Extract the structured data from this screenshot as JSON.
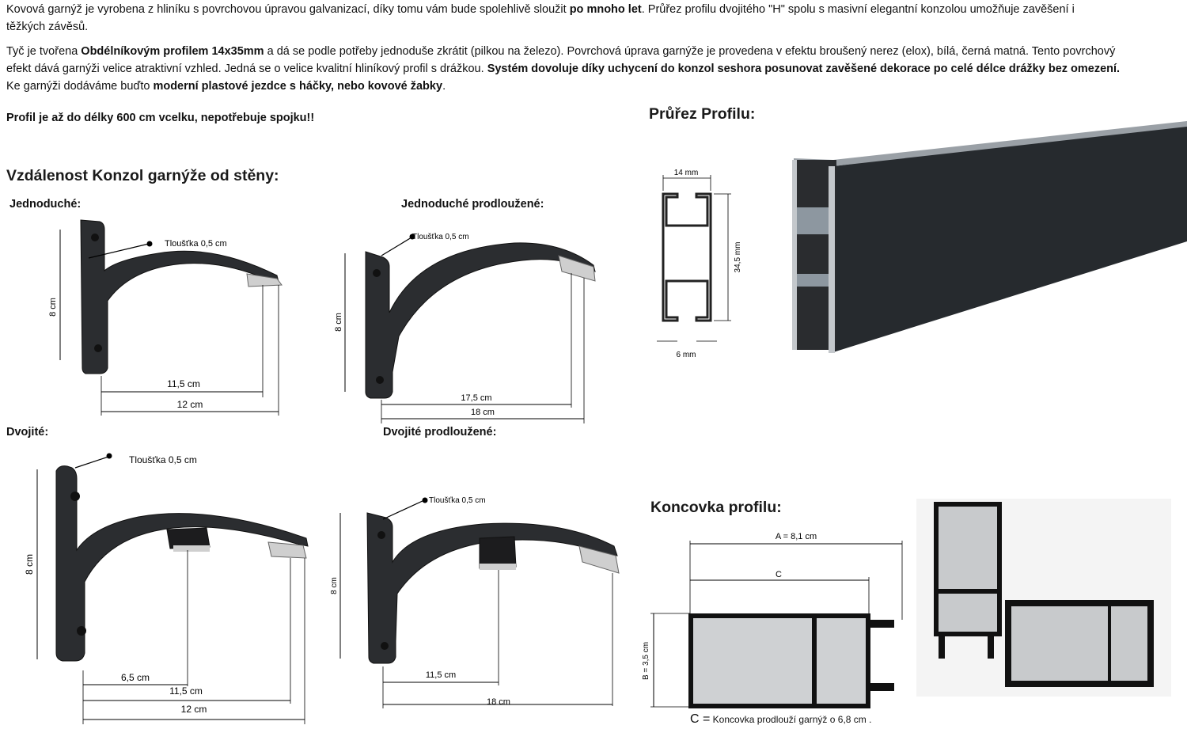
{
  "intro": {
    "p1_a": "Kovová garnýž je vyrobena z hliníku s povrchovou úpravou galvanizací, díky tomu vám bude spolehlivě sloužit ",
    "p1_b": "po mnoho let",
    "p1_c": ". Průřez profilu dvojitého \"H\" spolu s masivní elegantní konzolou umožňuje zavěšení i těžkých závěsů.",
    "p2_a": " Tyč je tvořena ",
    "p2_b": "Obdélníkovým profilem 14x35mm",
    "p2_c": " a dá se podle potřeby jednoduše zkrátit (pilkou na železo). Povrchová úprava garnýže je provedena v efektu broušený nerez (elox), bílá, černá matná. Tento povrchový efekt dává garnýži velice atraktivní vzhled. Jedná se o velice kvalitní hliníkový profil s drážkou. ",
    "p2_d": "Systém dovoluje díky uchycení do konzol seshora posunovat zavěšené dekorace po celé délce drážky bez omezení.",
    "p2_e": " Ke garnýži dodáváme buďto ",
    "p2_f": "moderní plastové jezdce s háčky, nebo kovové žabky",
    "p2_g": ".",
    "p3": "Profil je až do délky 600 cm vcelku, nepotřebuje spojku!!"
  },
  "headings": {
    "distance": "Vzdálenost Konzol garnýže od stěny:",
    "cross_section": "Průřez Profilu:",
    "end_cap": "Koncovka profilu:"
  },
  "brackets": {
    "single": {
      "label": "Jednoduché:",
      "thickness": "Tloušťka 0,5 cm",
      "height": "8 cm",
      "d1": "11,5 cm",
      "d2": "12 cm"
    },
    "single_ext": {
      "label": "Jednoduché prodloužené:",
      "thickness": "Tloušťka 0,5 cm",
      "height": "8 cm",
      "d1": "17,5 cm",
      "d2": "18 cm"
    },
    "double": {
      "label": "Dvojité:",
      "thickness": "Tloušťka 0,5 cm",
      "height": "8 cm",
      "d0": "6,5 cm",
      "d1": "11,5 cm",
      "d2": "12 cm"
    },
    "double_ext": {
      "label": "Dvojité prodloužené:",
      "thickness": "Tloušťka 0,5 cm",
      "height": "8 cm",
      "d1": "11,5 cm",
      "d2": "18 cm"
    }
  },
  "profile": {
    "width": "14 mm",
    "height": "34,5 mm",
    "slot": "6 mm"
  },
  "endcap": {
    "a": "A = 8,1 cm",
    "c": "C",
    "b": "B = 3,5 cm",
    "note_letter": "C =",
    "note_text": " Koncovka prodlouží garnýž o 6,8 cm ."
  },
  "colors": {
    "metal": "#2b2d30",
    "text": "#111111"
  }
}
